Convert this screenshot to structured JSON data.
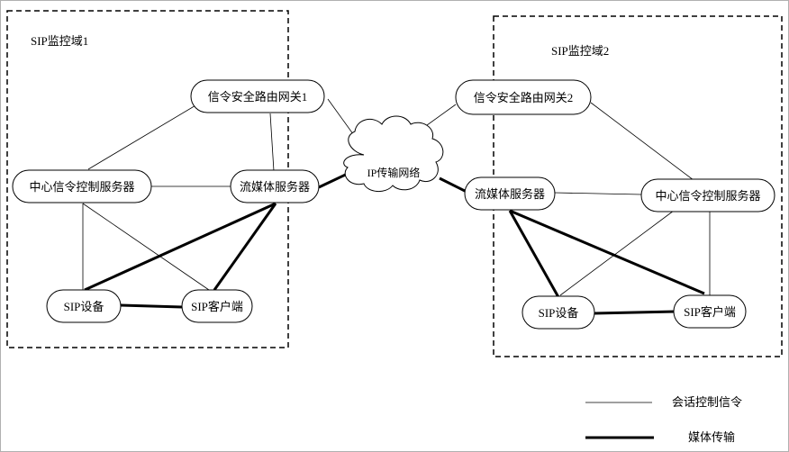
{
  "domains": {
    "domain1": {
      "title": "SIP监控域1"
    },
    "domain2": {
      "title": "SIP监控域2"
    }
  },
  "nodes": {
    "gateway1": "信令安全路由网关1",
    "gateway2": "信令安全路由网关2",
    "center1": "中心信令控制服务器",
    "center2": "中心信令控制服务器",
    "media1": "流媒体服务器",
    "media2": "流媒体服务器",
    "device1": "SIP设备",
    "device2": "SIP设备",
    "client1": "SIP客户端",
    "client2": "SIP客户端",
    "network": "IP传输网络"
  },
  "legend": {
    "signal": "会话控制信令",
    "media": "媒体传输"
  }
}
